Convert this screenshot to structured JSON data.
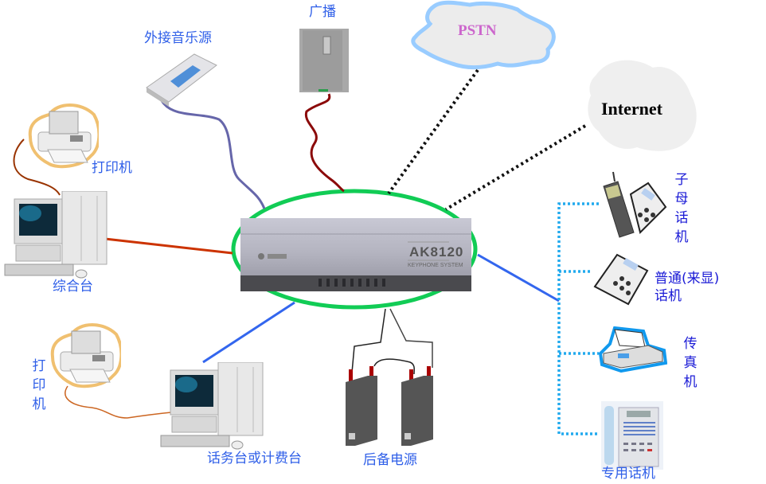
{
  "title": "AK8120 telephone exchange system network diagram",
  "colors": {
    "label_blue": "#2f5fe8",
    "label_dark_blue": "#1a1ad6",
    "pstn_text": "#cc66cc",
    "pstn_border": "#99ccff",
    "cloud_fill": "#ececec",
    "ring": "#11cc55",
    "dotted_black": "#111111",
    "dotted_blue": "#22aaee"
  },
  "clouds": {
    "pstn": "PSTN",
    "internet": "Internet"
  },
  "central_unit": {
    "model": "AK8120",
    "subtitle": "KEYPHONE SYSTEM"
  },
  "nodes": {
    "music_source": "外接音乐源",
    "broadcast": "广播",
    "printer_top": "打印机",
    "console": "综合台",
    "printer_bottom": "打印机",
    "operator_console": "话务台或计费台",
    "backup_power": "后备电源",
    "cordless_phone": "子母话机",
    "normal_phone_line1": "普通(来显)",
    "normal_phone_line2": "话机",
    "fax": "传真机",
    "dedicated_phone": "专用话机"
  }
}
